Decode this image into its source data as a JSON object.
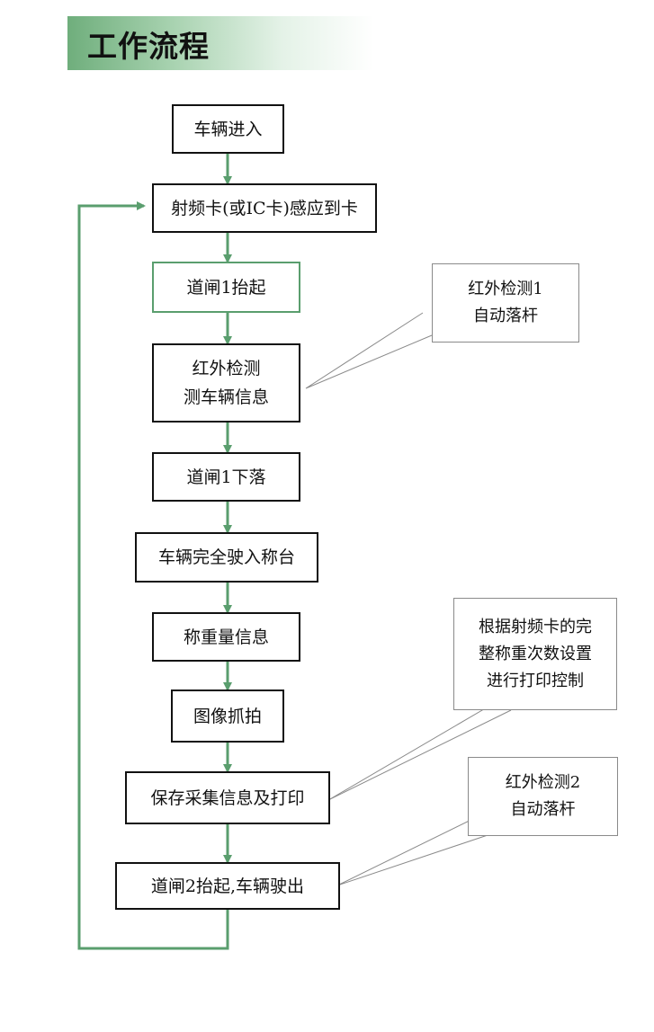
{
  "header": {
    "title": "工作流程"
  },
  "steps": {
    "s1": "车辆进入",
    "s2": "射频卡(或IC卡)感应到卡",
    "s3": "道闸1抬起",
    "s4_line1": "红外检测",
    "s4_line2": "测车辆信息",
    "s5": "道闸1下落",
    "s6": "车辆完全驶入称台",
    "s7": "称重量信息",
    "s8": "图像抓拍",
    "s9": "保存采集信息及打印",
    "s10": "道闸2抬起,车辆驶出"
  },
  "notes": {
    "n1_line1": "红外检测1",
    "n1_line2": "自动落杆",
    "n2_line1": "根据射频卡的完",
    "n2_line2": "整称重次数设置",
    "n2_line3": "进行打印控制",
    "n3_line1": "红外检测2",
    "n3_line2": "自动落杆"
  },
  "colors": {
    "arrow": "#5a9e6e",
    "border": "#111111",
    "callout_border": "#8a8a8a"
  }
}
